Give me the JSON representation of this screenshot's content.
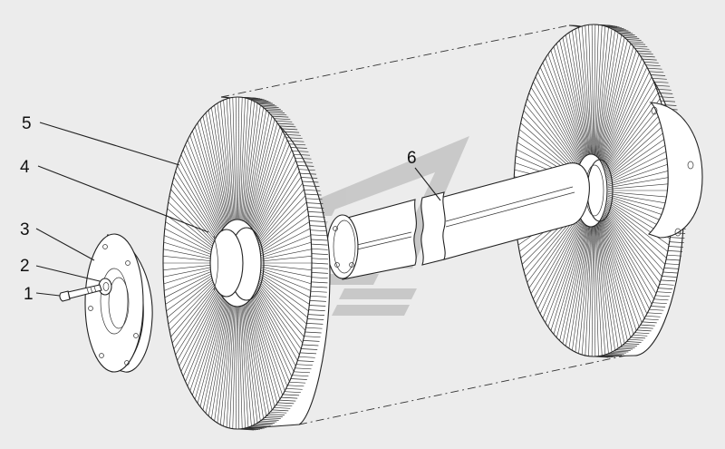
{
  "callouts": [
    "1",
    "2",
    "3",
    "4",
    "5",
    "6"
  ],
  "colors": {
    "background": "#ececec",
    "line": "#222222",
    "part_fill": "#ffffff",
    "watermark": "#bdbdbd"
  },
  "watermark_icon": "manufacturer-logo"
}
